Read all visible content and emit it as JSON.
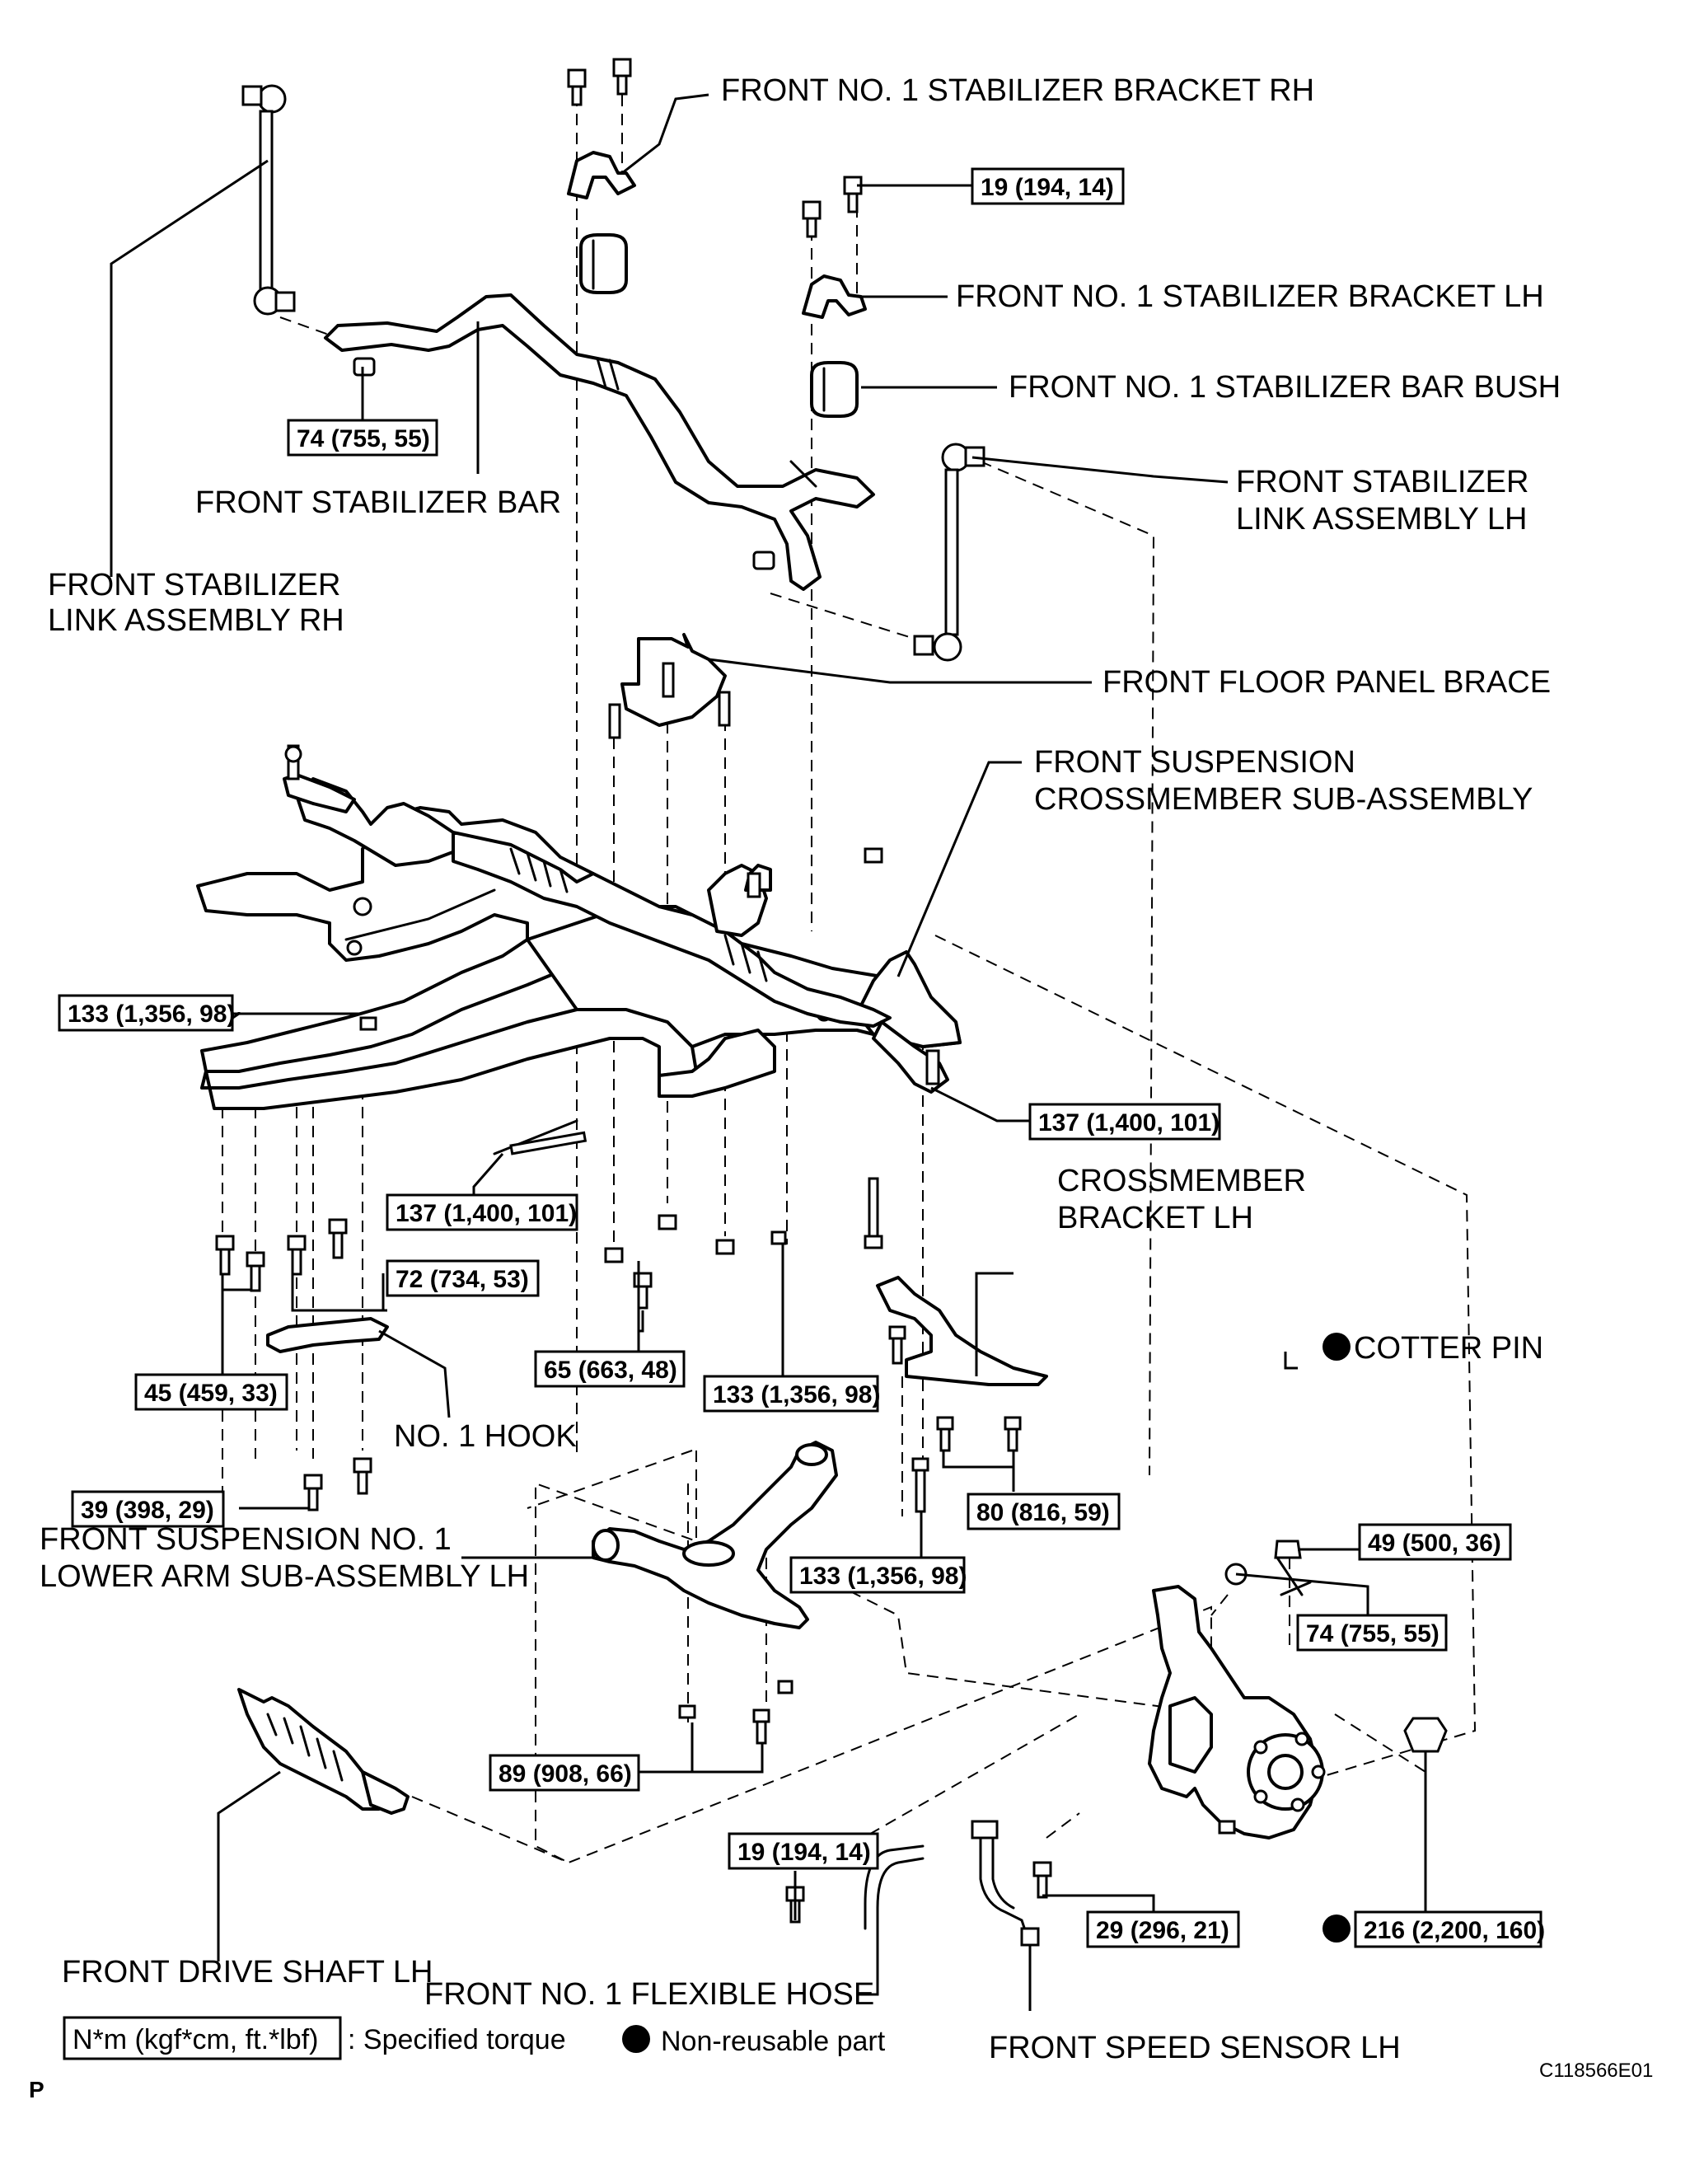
{
  "labels": {
    "stab_bracket_rh": "FRONT NO. 1 STABILIZER BRACKET RH",
    "stab_bracket_lh": "FRONT NO. 1 STABILIZER BRACKET LH",
    "stab_bar_bush": "FRONT NO. 1 STABILIZER BAR BUSH",
    "stab_link_lh_1": "FRONT STABILIZER",
    "stab_link_lh_2": "LINK ASSEMBLY LH",
    "stab_bar": "FRONT STABILIZER BAR",
    "stab_link_rh_1": "FRONT STABILIZER",
    "stab_link_rh_2": "LINK ASSEMBLY RH",
    "floor_brace": "FRONT FLOOR PANEL BRACE",
    "crossmember_1": "FRONT SUSPENSION",
    "crossmember_2": "CROSSMEMBER SUB-ASSEMBLY",
    "cm_bracket_1": "CROSSMEMBER",
    "cm_bracket_2": "BRACKET LH",
    "cotter_pin": "COTTER PIN",
    "hook": "NO. 1 HOOK",
    "lower_arm_1": "FRONT SUSPENSION NO. 1",
    "lower_arm_2": "LOWER ARM SUB-ASSEMBLY LH",
    "drive_shaft": "FRONT DRIVE SHAFT LH",
    "flex_hose": "FRONT NO. 1 FLEXIBLE HOSE",
    "speed_sensor": "FRONT SPEED SENSOR LH"
  },
  "torques": {
    "t_19_top": "19 (194, 14)",
    "t_74_bar": "74 (755, 55)",
    "t_133_left": "133 (1,356, 98)",
    "t_137_right": "137 (1,400, 101)",
    "t_137_center": "137 (1,400, 101)",
    "t_72": "72 (734, 53)",
    "t_45": "45 (459, 33)",
    "t_65": "65 (663, 48)",
    "t_133_mid": "133 (1,356, 98)",
    "t_39": "39 (398, 29)",
    "t_80": "80 (816, 59)",
    "t_133_low": "133 (1,356, 98)",
    "t_49": "49 (500, 36)",
    "t_74_knuckle": "74 (755, 55)",
    "t_89": "89 (908, 66)",
    "t_19_hose": "19 (194, 14)",
    "t_29": "29 (296, 21)",
    "t_216": "216 (2,200, 160)"
  },
  "legend": {
    "torque_unit": "N*m (kgf*cm, ft.*lbf)",
    "torque_text": ": Specified torque",
    "nonreusable": "Non-reusable part"
  },
  "footer": {
    "left_mark": "P",
    "code": "C118566E01"
  }
}
